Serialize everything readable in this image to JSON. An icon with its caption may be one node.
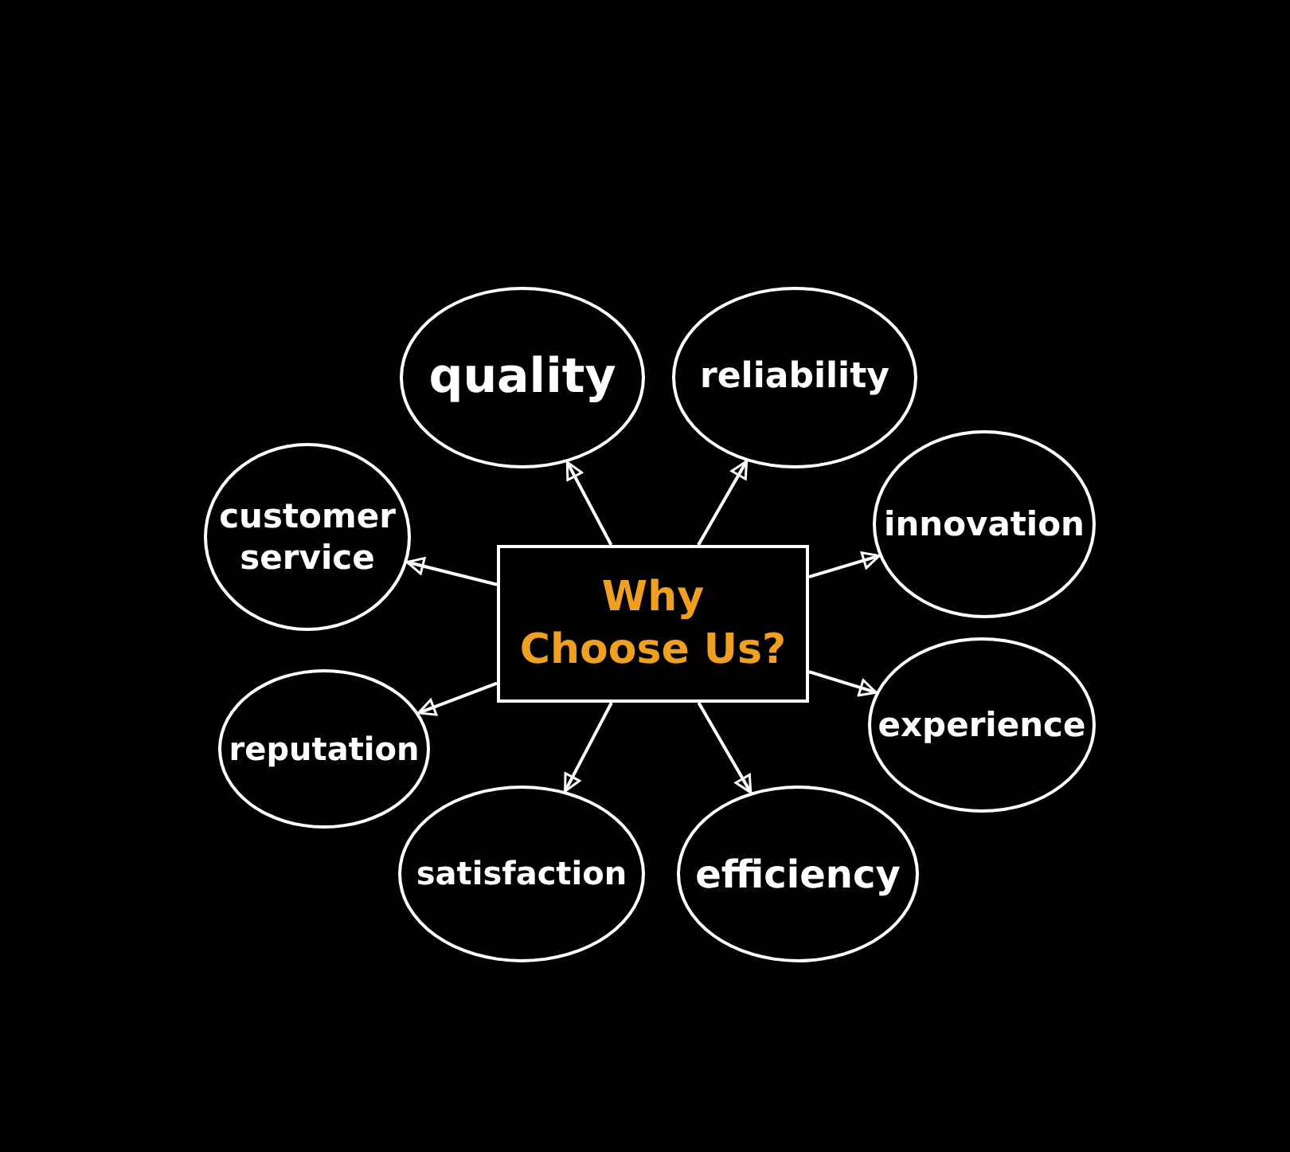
{
  "diagram": {
    "nodes": [
      {
        "text": [
          "Why Choose Us?"
        ]
      },
      {
        "text": [
          "quality"
        ]
      },
      {
        "text": [
          "reliability"
        ]
      },
      {
        "text": [
          "customer service"
        ]
      },
      {
        "text": [
          "innovation"
        ]
      },
      {
        "text": [
          "reputation"
        ]
      },
      {
        "text": [
          "experience"
        ]
      },
      {
        "text": [
          "satisfaction"
        ]
      },
      {
        "text": [
          "efficiency"
        ]
      }
    ],
    "edges": [
      {
        "from": 0,
        "to": 1,
        "arrow": "to"
      },
      {
        "from": 0,
        "to": 2,
        "arrow": "to"
      },
      {
        "from": 0,
        "to": 3,
        "arrow": "to"
      },
      {
        "from": 0,
        "to": 4,
        "arrow": "to"
      },
      {
        "from": 0,
        "to": 5,
        "arrow": "to"
      },
      {
        "from": 0,
        "to": 6,
        "arrow": "to"
      },
      {
        "from": 0,
        "to": 7,
        "arrow": "to"
      },
      {
        "from": 0,
        "to": 8,
        "arrow": "to"
      }
    ]
  }
}
